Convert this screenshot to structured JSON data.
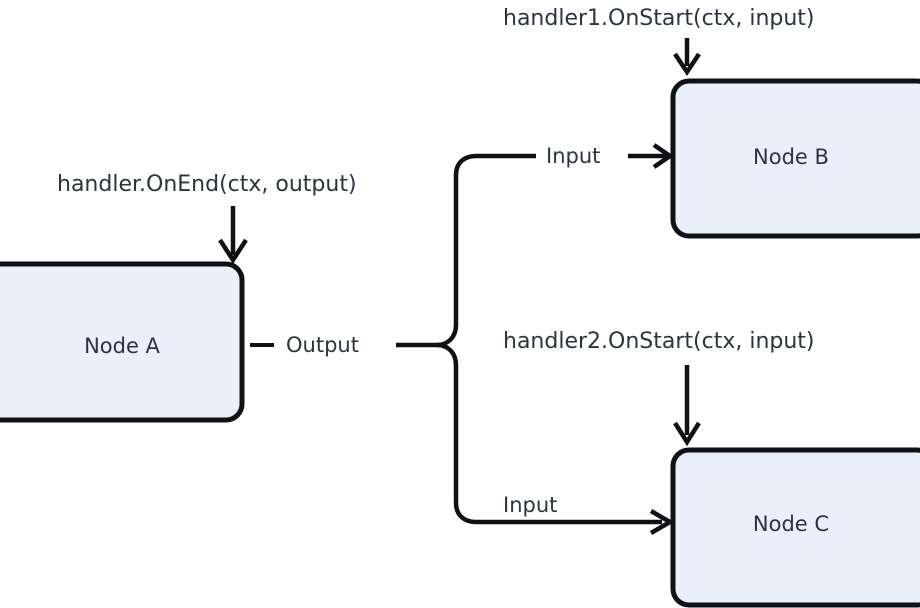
{
  "diagram": {
    "title": "",
    "colors": {
      "node_fill": "#eaf0fa",
      "node_stroke": "#0f1115",
      "text": "#2b3440",
      "background": "#ffffff",
      "edge": "#0f1115"
    },
    "nodes": [
      {
        "id": "a",
        "label": "Node A"
      },
      {
        "id": "b",
        "label": "Node B"
      },
      {
        "id": "c",
        "label": "Node C"
      }
    ],
    "port_labels": {
      "output": "Output",
      "input_b": "Input",
      "input_c": "Input"
    },
    "handlers": [
      {
        "id": "end_a",
        "label": "handler.OnEnd(ctx, output)",
        "target": "Node A"
      },
      {
        "id": "start_b",
        "label": "handler1.OnStart(ctx, input)",
        "target": "Node B"
      },
      {
        "id": "start_c",
        "label": "handler2.OnStart(ctx, input)",
        "target": "Node C"
      }
    ],
    "edges": [
      {
        "from": "Node A",
        "to": "Node B",
        "from_port": "Output",
        "to_port": "Input"
      },
      {
        "from": "Node A",
        "to": "Node C",
        "from_port": "Output",
        "to_port": "Input"
      }
    ],
    "icons": {
      "arrow_down": "arrow-down-icon",
      "arrow_right": "arrow-right-icon"
    }
  }
}
